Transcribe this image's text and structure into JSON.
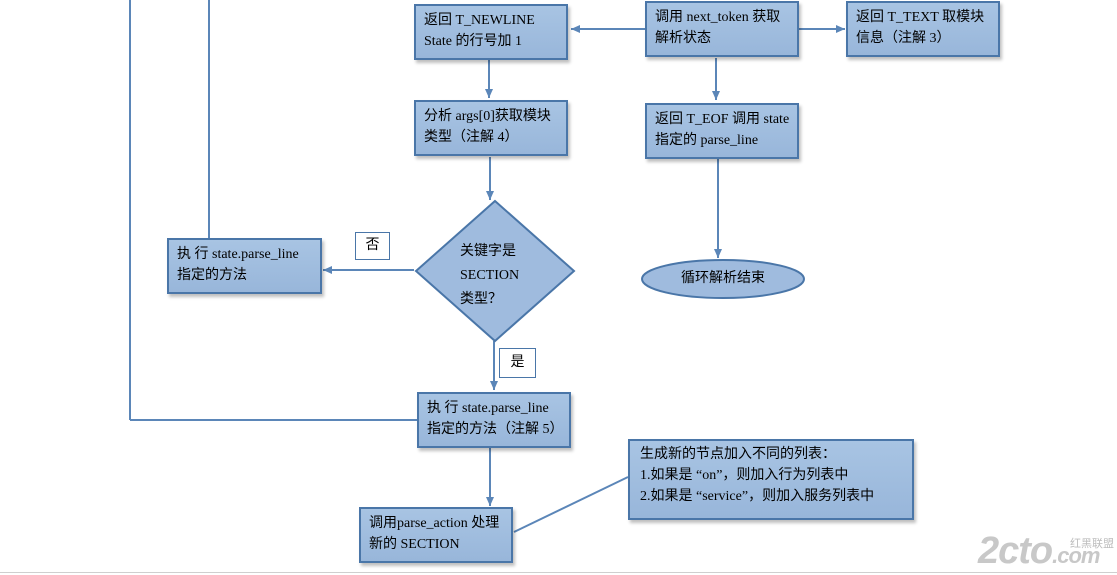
{
  "nodes": {
    "newline": {
      "line1": "返回 T_NEWLINE",
      "line2": "State 的行号加 1"
    },
    "next_token": {
      "line1": "调用 next_token 获取",
      "line2": "解析状态"
    },
    "text": {
      "line1": "返回 T_TEXT 取模块",
      "line2": "信息（注解 3）"
    },
    "analyze": {
      "line1": "分析 args[0]获取模块",
      "line2": "类型（注解 4）"
    },
    "eof": {
      "line1": "返回 T_EOF 调用 state",
      "line2": "指定的 parse_line"
    },
    "exec_left": {
      "line1": "执  行   state.parse_line",
      "line2": "指定的方法"
    },
    "decision": {
      "line1": "关键字是",
      "line2": "SECTION",
      "line3": "类型？"
    },
    "end": {
      "label": "循环解析结束"
    },
    "exec_mid": {
      "line1": "执  行   state.parse_line",
      "line2": "指定的方法（注解 5）"
    },
    "parse_action": {
      "line1": "调用parse_action 处理",
      "line2": "新的 SECTION"
    },
    "note": {
      "line1": "生成新的节点加入不同的列表：",
      "line2": "1.如果是 “on”，则加入行为列表中",
      "line3": "2.如果是 “service”，则加入服务列表中"
    }
  },
  "branch_labels": {
    "no": "否",
    "yes": "是"
  },
  "watermark": {
    "main": "2cto",
    "suffix": ".com",
    "sub": "红黑联盟"
  },
  "colors": {
    "box_fill": "#a0bde0",
    "box_border": "#4a76a8",
    "line": "#5b86b8"
  }
}
